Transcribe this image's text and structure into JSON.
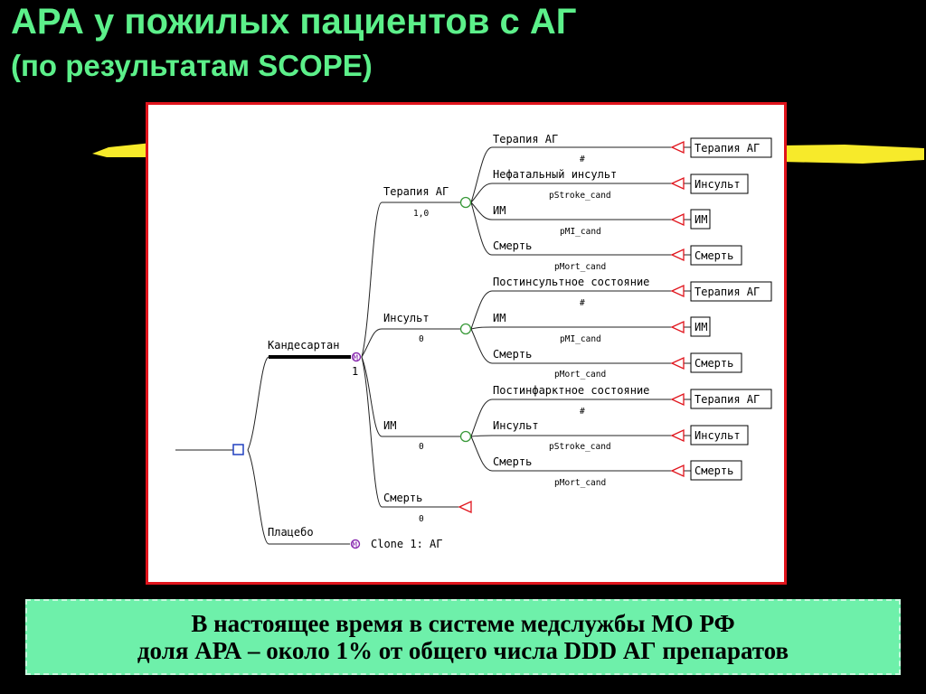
{
  "slide": {
    "title_line1": "АРА у пожилых пациентов с АГ",
    "title_line2": "(по результатам SCOPE)",
    "note_line1": "В настоящее время в системе медслужбы МО РФ",
    "note_line2": "доля АРА – около 1% от общего числа DDD АГ препаратов"
  },
  "tree": {
    "branch_candesartan": "Кандесартан",
    "branch_candesartan_prob": "1",
    "branch_placebo": "Плацебо",
    "placebo_clone": "Clone 1: АГ",
    "node_therapy": "Терапия АГ",
    "node_therapy_prob": "1,0",
    "node_stroke": "Инсульт",
    "node_stroke_prob": "0",
    "node_mi": "ИМ",
    "node_mi_prob": "0",
    "node_death": "Смерть",
    "node_death_prob": "0",
    "g1_therapy": "Терапия АГ",
    "g1_therapy_prob": "#",
    "g1_stroke": "Нефатальный инсульт",
    "g1_stroke_prob": "pStroke_cand",
    "g1_mi": "ИМ",
    "g1_mi_prob": "pMI_cand",
    "g1_death": "Смерть",
    "g1_death_prob": "pMort_cand",
    "g2_post": "Постинсультное состояние",
    "g2_post_prob": "#",
    "g2_mi": "ИМ",
    "g2_mi_prob": "pMI_cand",
    "g2_death": "Смерть",
    "g2_death_prob": "pMort_cand",
    "g3_post": "Постинфарктное состояние",
    "g3_post_prob": "#",
    "g3_stroke": "Инсульт",
    "g3_stroke_prob": "pStroke_cand",
    "g3_death": "Смерть",
    "g3_death_prob": "pMort_cand",
    "term_therapy_1": "Терапия АГ",
    "term_stroke_1": "Инсульт",
    "term_mi_1": "ИМ",
    "term_death_1": "Смерть",
    "term_therapy_2": "Терапия АГ",
    "term_mi_2": "ИМ",
    "term_death_2": "Смерть",
    "term_therapy_3": "Терапия АГ",
    "term_stroke_3": "Инсульт",
    "term_death_3": "Смерть"
  },
  "colors": {
    "title": "#5cf08a",
    "panel_border": "#e0141c",
    "chance_node": "#3a9a3a",
    "decision_node": "#2040c0",
    "terminal": "#e0141c",
    "note_bg": "#6ef0aa"
  }
}
